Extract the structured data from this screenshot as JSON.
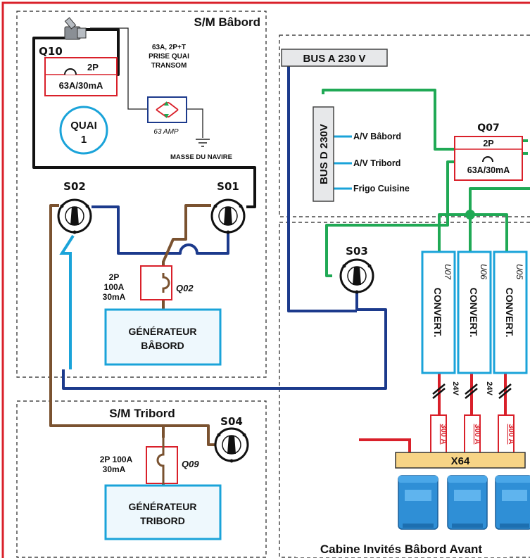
{
  "colors": {
    "frame": "#d9202a",
    "green": "#20a955",
    "blue": "#1c3a8c",
    "brown": "#7a5230",
    "cyan": "#1aa3d9",
    "black": "#111111",
    "box_yellow": "#f7d486",
    "gen_fill": "#eef8fd"
  },
  "zones": {
    "babord": {
      "title": "S/M Bâbord"
    },
    "tribord": {
      "title": "S/M Tribord"
    },
    "cabin": {
      "title": "Cabine Invités Bâbord Avant"
    }
  },
  "shore": {
    "breaker_id": "Q10",
    "breaker_poles": "2P",
    "breaker_rating": "63A/30mA",
    "socket_label_1": "63A, 2P+T",
    "socket_label_2": "PRISE QUAI",
    "socket_label_3": "TRANSOM",
    "isolator_label": "63 AMP",
    "ground_label": "MASSE DU NAVIRE",
    "quai_line_1": "QUAI",
    "quai_line_2": "1"
  },
  "switches": {
    "s01": "S01",
    "s02": "S02",
    "s03": "S03",
    "s04": "S04"
  },
  "gen_babord": {
    "breaker_id": "Q02",
    "rating_1": "2P",
    "rating_2": "100A",
    "rating_3": "30mA",
    "label_1": "GÉNÉRATEUR",
    "label_2": "BÂBORD"
  },
  "gen_tribord": {
    "breaker_id": "Q09",
    "rating_1": "2P 100A",
    "rating_2": "30mA",
    "label_1": "GÉNÉRATEUR",
    "label_2": "TRIBORD"
  },
  "bus_a": {
    "label": "BUS A 230 V"
  },
  "bus_d": {
    "label": "BUS D 230V",
    "outputs": [
      "A/V Bâbord",
      "A/V Tribord",
      "Frigo Cuisine"
    ]
  },
  "q07": {
    "id": "Q07",
    "poles": "2P",
    "rating": "63A/30mA"
  },
  "converters": [
    {
      "label": "CONVERT.",
      "id": "U07",
      "fuse": "300 A"
    },
    {
      "label": "CONVERT.",
      "id": "U06",
      "fuse": "300 A"
    },
    {
      "label": "CONVERT.",
      "id": "U05",
      "fuse": "300 A"
    }
  ],
  "dc_voltage": "24V",
  "x64": {
    "label": "X64"
  }
}
